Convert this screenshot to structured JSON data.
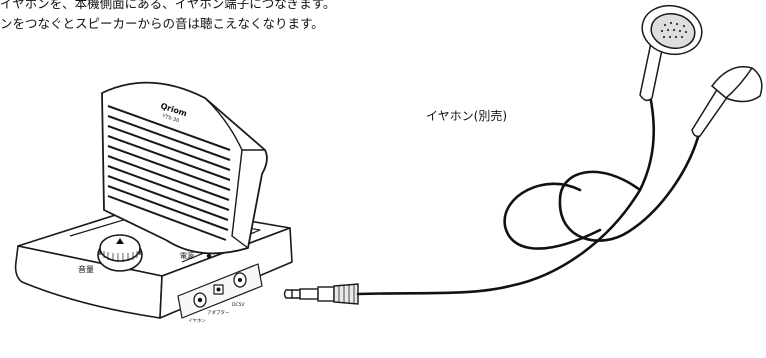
{
  "instructions": {
    "line1": "イヤホンを、本機側面にある、イヤホン端子につなぎます。",
    "line2": "ンをつなぐとスピーカーからの音は聴こえなくなります。"
  },
  "speaker": {
    "brand": "Qriom",
    "model": "YTS-30",
    "volume_label": "音量",
    "power_label": "電源",
    "jack_labels": [
      "イヤホン",
      "アダプター",
      "DC5V"
    ]
  },
  "earphone_label": "イヤホン(別売)"
}
